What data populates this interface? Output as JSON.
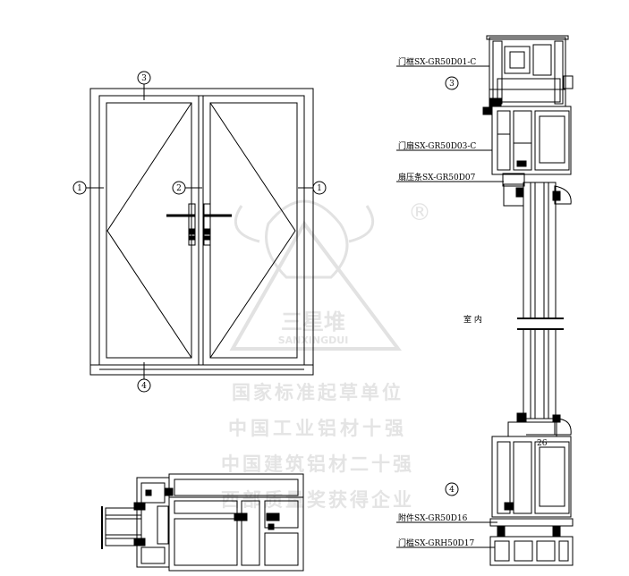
{
  "balloons": {
    "top": "3",
    "left": "1",
    "middle": "2",
    "right": "1",
    "bottom": "4",
    "section_top": "3",
    "section_bottom": "4"
  },
  "callouts": {
    "frame_top": "门框SX-GR50D01-C",
    "sash": "门扇SX-GR50D03-C",
    "bead": "扇压条SX-GR50D07",
    "accessory": "附件SX-GR50D16",
    "frame_bottom": "门槛SX-GRH50D17"
  },
  "labels": {
    "indoor": "室 内",
    "dimension": "26"
  },
  "watermark": {
    "brand_cn": "三星堆",
    "brand_en": "SANXINGDUI",
    "registered": "®",
    "line1": "国家标准起草单位",
    "line2": "中国工业铝材十强",
    "line3": "中国建筑铝材二十强",
    "line4": "西部质量奖获得企业"
  }
}
